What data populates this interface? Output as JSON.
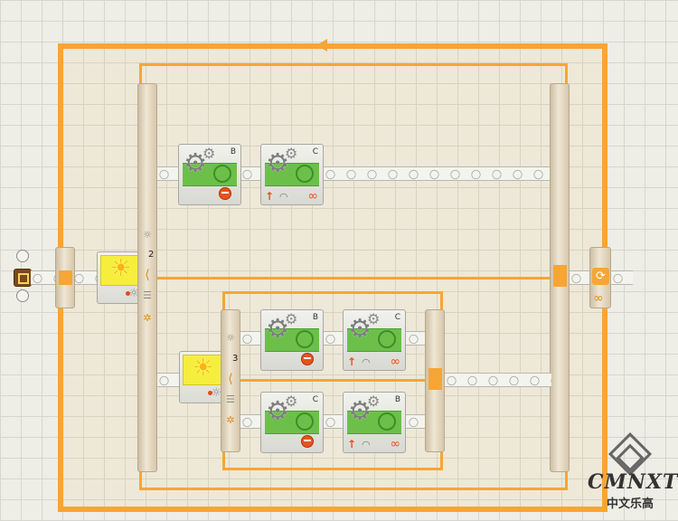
{
  "program": {
    "loop_outer": {
      "control_icon": "loop-refresh-icon",
      "mode_icon": "infinity-icon",
      "mode_label": "∞"
    },
    "start": {
      "icon": "sequence-start-icon"
    },
    "switch_outer": {
      "sensor": "light-sensor-icon",
      "cases": "2",
      "beam_icons": [
        "sun-icon",
        "tilt-icon",
        "list-icon",
        "gear-icon"
      ]
    },
    "switch_inner": {
      "sensor": "light-sensor-icon",
      "cases": "3",
      "beam_icons": [
        "sun-icon",
        "tilt-icon",
        "list-icon",
        "gear-icon"
      ]
    },
    "motor_blocks": [
      {
        "port": "B",
        "action": "stop"
      },
      {
        "port": "C",
        "action": "forward-unlimited",
        "inf": "∞",
        "fwd": "↑"
      },
      {
        "port": "B",
        "action": "stop"
      },
      {
        "port": "C",
        "action": "forward-unlimited",
        "inf": "∞",
        "fwd": "↑"
      },
      {
        "port": "C",
        "action": "stop"
      },
      {
        "port": "B",
        "action": "forward-unlimited",
        "inf": "∞",
        "fwd": "↑"
      }
    ]
  },
  "watermark": {
    "logo": "CMNXT",
    "subtitle": "中文乐高"
  },
  "colors": {
    "wire": "#f7a535",
    "grid_bg": "#eeeee6",
    "motor_green": "#6cc04a",
    "sensor_yellow": "#f6ee3d"
  }
}
